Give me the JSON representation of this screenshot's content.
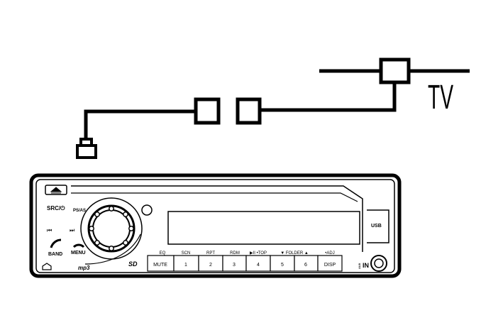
{
  "diagram": {
    "tv_label": "TV",
    "colors": {
      "line": "#000000",
      "background": "#ffffff"
    }
  },
  "head_unit": {
    "src_label": "SRC/⏻",
    "psas_label": "PS/AS",
    "prev_label": "⏮",
    "next_label": "⏭",
    "band_label": "BAND",
    "menu_label": "MENU",
    "mp3_label": "mp3",
    "sd_label": "SD",
    "usb_label": "USB",
    "aux_label": "AUX",
    "in_label": "IN",
    "keys": [
      {
        "top": "EQ",
        "label": "MUTE"
      },
      {
        "top": "SCN",
        "label": "1"
      },
      {
        "top": "RPT",
        "label": "2"
      },
      {
        "top": "RDM",
        "label": "3"
      },
      {
        "top": "▶II •TOP",
        "label": "4"
      },
      {
        "top": "",
        "label": "5"
      },
      {
        "top": "",
        "label": "6"
      },
      {
        "top": "•ADJ",
        "label": "DISP"
      }
    ],
    "folder_label": "▼ FOLDER ▲"
  }
}
